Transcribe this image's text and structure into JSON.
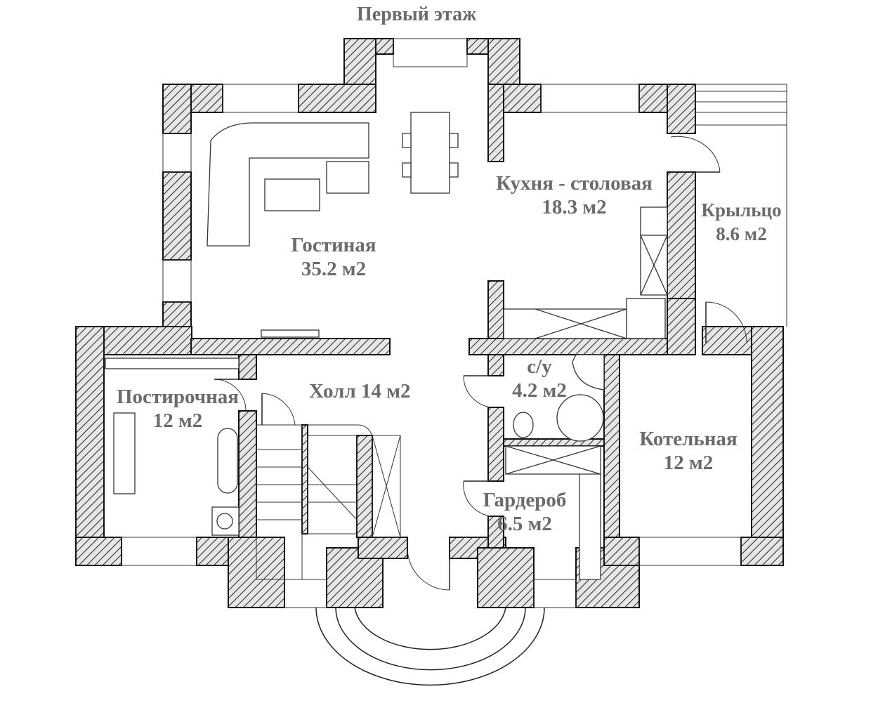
{
  "title": "Первый этаж",
  "rooms": {
    "living": {
      "name": "Гостиная",
      "area": "35.2 м2"
    },
    "kitchen": {
      "name": "Кухня - столовая",
      "area": "18.3 м2"
    },
    "porch": {
      "name": "Крыльцо",
      "area": "8.6 м2"
    },
    "laundry": {
      "name": "Постирочная",
      "area": "12 м2"
    },
    "hall": {
      "name": "Холл 14 м2"
    },
    "wc": {
      "name": "с/у",
      "area": "4.2 м2"
    },
    "boiler": {
      "name": "Котельная",
      "area": "12 м2"
    },
    "wardrobe": {
      "name": "Гардероб",
      "area": "6.5 м2"
    }
  },
  "colors": {
    "label": "#6b6b6b",
    "wall_hatch": "#111111"
  }
}
